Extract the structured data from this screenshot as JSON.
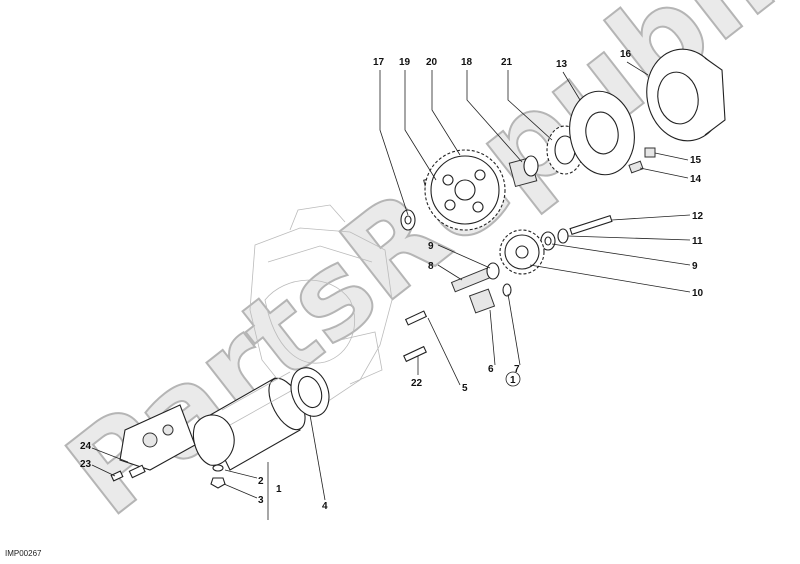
{
  "watermark": "PartsRepublik",
  "drawing_code": "IMP00267",
  "callouts": [
    "1",
    "2",
    "3",
    "4",
    "5",
    "6",
    "7",
    "8",
    "9",
    "9",
    "10",
    "11",
    "12",
    "13",
    "14",
    "15",
    "16",
    "17",
    "18",
    "19",
    "20",
    "21",
    "22",
    "23",
    "24"
  ],
  "circled_callout": "1",
  "labels": {
    "l17": "17",
    "l19": "19",
    "l20": "20",
    "l18": "18",
    "l21": "21",
    "l13": "13",
    "l16": "16",
    "l15": "15",
    "l14": "14",
    "l12": "12",
    "l11": "11",
    "l9r": "9",
    "l10": "10",
    "l9l": "9",
    "l8": "8",
    "l5": "5",
    "l6": "6",
    "l7": "7",
    "l22": "22",
    "l4": "4",
    "l2": "2",
    "l3": "3",
    "l1": "1",
    "l24": "24",
    "l23": "23"
  }
}
